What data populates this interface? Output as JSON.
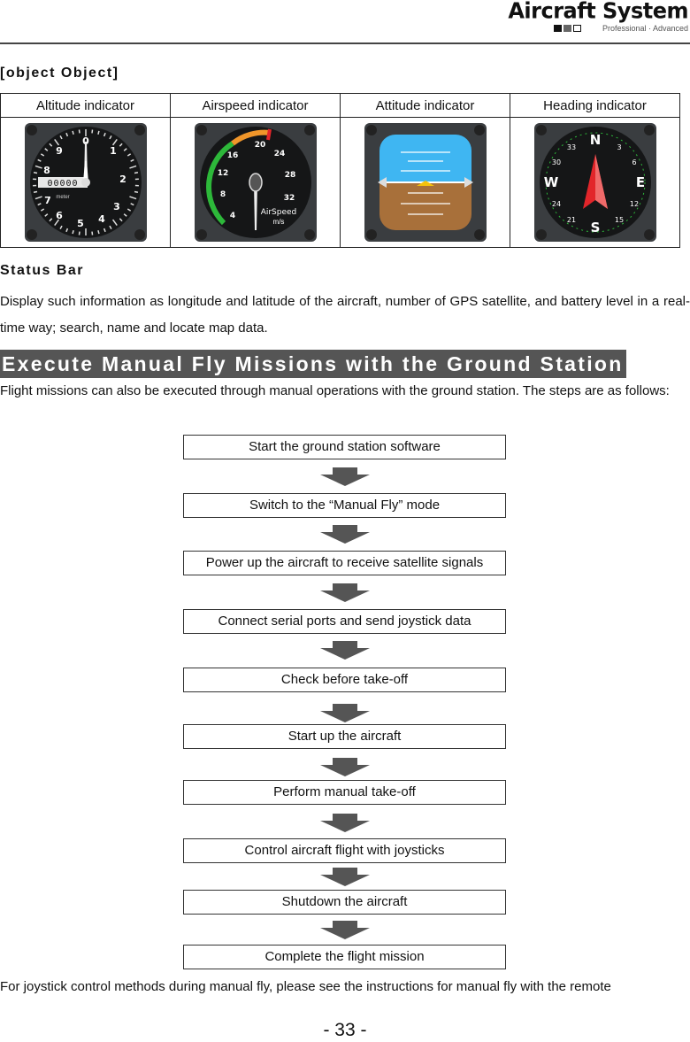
{
  "header": {
    "brand_title": "Aircraft System",
    "brand_subtitle": "Professional · Advanced"
  },
  "instruments": {
    "heading": {
      "letters": [
        "N",
        "E",
        "S",
        "W"
      ],
      "numbers": [
        "3",
        "6",
        "12",
        "15",
        "21",
        "24",
        "30",
        "33"
      ]
    },
    "columns": [
      "Altitude indicator",
      "Airspeed indicator",
      "Attitude indicator",
      "Heading indicator"
    ],
    "altitude": {
      "numbers": [
        "0",
        "1",
        "2",
        "3",
        "4",
        "5",
        "6",
        "7",
        "8",
        "9"
      ],
      "small_label": "meter",
      "counter": "00000"
    },
    "airspeed": {
      "numbers": [
        "20",
        "24",
        "28",
        "32",
        "16",
        "12",
        "8",
        "4"
      ],
      "label": "AirSpeed",
      "unit": "m/s"
    },
    "colors": {
      "sky": "#3fb6f2",
      "ground": "#a8703a",
      "green_arc": "#2db83a",
      "orange_arc": "#f0962a",
      "red_mark": "#e2252a",
      "bezel": "#3a3d40"
    }
  },
  "status": {
    "heading": "Status Bar",
    "text": "Display such information as longitude and latitude of the aircraft, number of GPS satellite, and battery level in a real-time way; search, name and locate map data."
  },
  "manual": {
    "heading": "Execute Manual Fly Missions with the Ground Station",
    "intro": "Flight missions can also be executed through manual operations with the ground station. The steps are as follows:",
    "steps": [
      "Start the ground station software",
      "Switch to the “Manual Fly” mode",
      "Power up the aircraft to receive satellite signals",
      "Connect serial ports and send joystick data",
      "Check before take-off",
      "Start up the aircraft",
      "Perform manual take-off",
      "Control aircraft flight with joysticks",
      "Shutdown the aircraft",
      "Complete the flight mission"
    ],
    "footer_text": "For joystick control methods during manual fly, please see the instructions for manual fly with the remote"
  },
  "page_number": "- 33 -"
}
